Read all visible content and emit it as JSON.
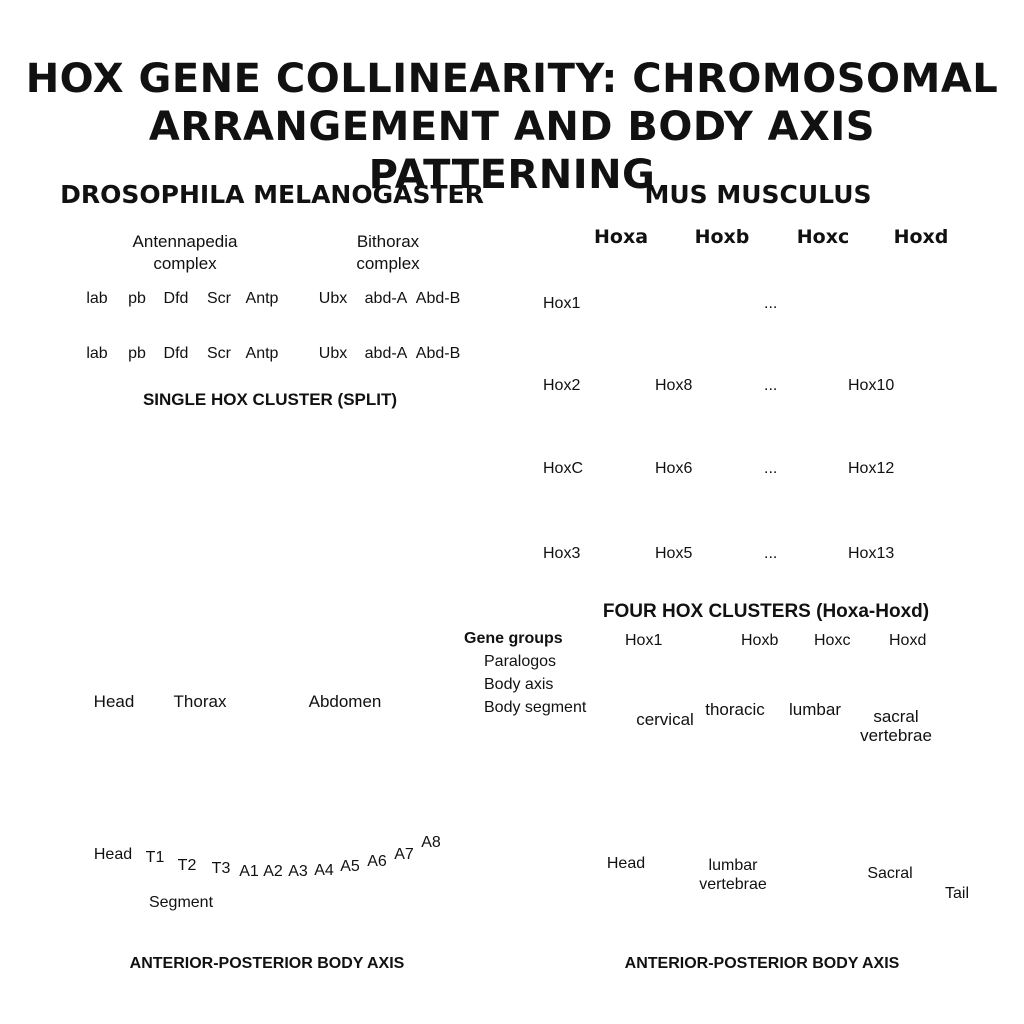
{
  "title": {
    "line1": "HOX GENE COLLINEARITY: CHROMOSOMAL",
    "line2": "ARRANGEMENT AND BODY AXIS PATTERNING"
  },
  "colors": {
    "yellow": "#f7d51d",
    "orange": "#f28a2e",
    "red": "#e03131",
    "magenta": "#d6238a",
    "purple": "#8e44ad",
    "blue": "#1f6fd1",
    "teal": "#139e8e",
    "green": "#4caf50",
    "gray": "#cfcfcf"
  },
  "drosophila": {
    "header": "DROSOPHILA MELANOGASTER",
    "complexes": [
      {
        "line1": "Antennapedia",
        "line2": "complex"
      },
      {
        "line1": "Bithorax",
        "line2": "complex"
      }
    ],
    "genes": [
      "lab",
      "pb",
      "Dfd",
      "Scr",
      "Antp",
      "Ubx",
      "abd-A",
      "Abd-B"
    ],
    "caption": "SINGLE HOX CLUSTER (SPLIT)",
    "regions": [
      "Head",
      "Thorax",
      "Abdomen"
    ],
    "segments": [
      "Head",
      "T1",
      "T2",
      "T3",
      "A1",
      "A2",
      "A3",
      "A4",
      "A5",
      "A6",
      "A7",
      "A8"
    ],
    "segment_bracket": "Segment",
    "axis": "ANTERIOR-POSTERIOR BODY AXIS"
  },
  "mouse": {
    "header": "MUS MUSCULUS",
    "clusters": [
      "Hoxa",
      "Hoxb",
      "Hoxc",
      "Hoxd"
    ],
    "rows": [
      {
        "labels": [
          "Hox1",
          "",
          "",
          ""
        ],
        "ellipsis": "..."
      },
      {
        "labels": [
          "Hox2",
          "Hox8",
          "",
          "Hox10"
        ],
        "ellipsis": "..."
      },
      {
        "labels": [
          "HoxC",
          "Hox6",
          "",
          "Hox12"
        ],
        "ellipsis": "..."
      },
      {
        "labels": [
          "Hox3",
          "Hox5",
          "",
          "Hox13"
        ],
        "ellipsis": "..."
      }
    ],
    "caption": "FOUR HOX CLUSTERS (Hoxa-Hoxd)",
    "key": [
      "Hox1",
      "Hoxb",
      "Hoxc",
      "Hoxd"
    ],
    "regions": [
      "cervical",
      "thoracic",
      "lumbar",
      "sacral",
      "vertebrae"
    ],
    "body_labels": [
      "Head",
      "lumbar",
      "vertebrae",
      "Sacral",
      "Tail"
    ],
    "axis": "ANTERIOR-POSTERIOR BODY AXIS"
  },
  "legend": {
    "title": "Gene groups",
    "items": [
      {
        "label": "Paralogos",
        "color": "#e03131"
      },
      {
        "label": "Body axis",
        "color": "#8e44ad"
      },
      {
        "label": "Body segment",
        "color": "#ecebc6"
      }
    ]
  }
}
